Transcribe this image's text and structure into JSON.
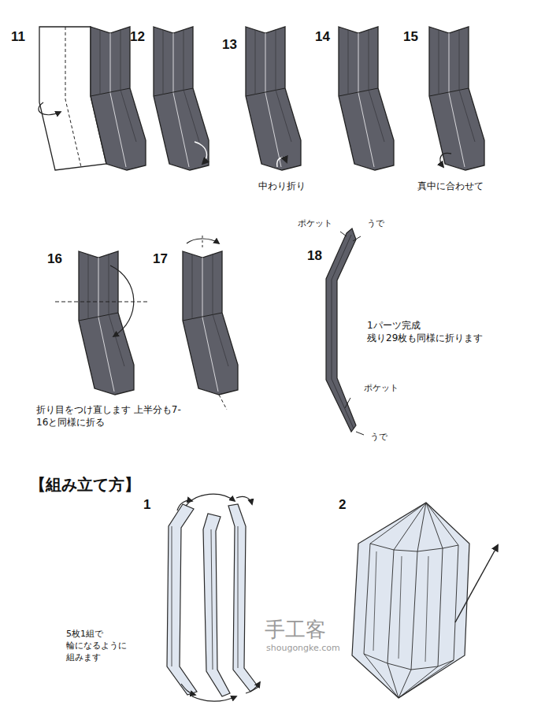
{
  "diagram": {
    "labels": [
      "11",
      "12",
      "13",
      "14",
      "15",
      "中わり折り",
      "真中に合わせて",
      "16",
      "17",
      "ポケット",
      "うで",
      "18",
      "1パーツ完成 残り29枚も同様に折ります",
      "ポケット",
      "折り目をつけ直します 上半分も7-16と同様に折る",
      "うで",
      "【組み立て方】",
      "1",
      "2",
      "手工客",
      "shougongke.com",
      "5枚1組で 輪になるように 組みます"
    ]
  }
}
